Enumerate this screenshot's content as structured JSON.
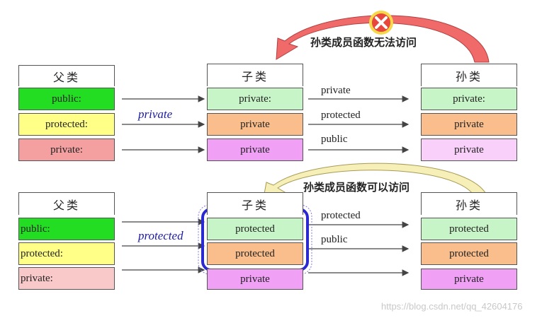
{
  "top": {
    "parent_header": "父类",
    "child_header": "子类",
    "grandchild_header": "孙类",
    "parent_rows": [
      "public:",
      "protected:",
      "private:"
    ],
    "child_rows": [
      "private:",
      "private",
      "private"
    ],
    "grandchild_rows": [
      "private:",
      "private",
      "private"
    ],
    "inheritance_mode": "private",
    "arrow_labels": [
      "private",
      "protected",
      "public"
    ],
    "note": "孙类成员函数无法访问"
  },
  "bottom": {
    "parent_header": "父类",
    "child_header": "子类",
    "grandchild_header": "孙类",
    "parent_rows": [
      "public:",
      "protected:",
      "private:"
    ],
    "child_rows": [
      "protected",
      "protected",
      "private"
    ],
    "grandchild_rows": [
      "protected",
      "protected",
      "private"
    ],
    "inheritance_mode": "protected",
    "arrow_labels": [
      "protected",
      "public"
    ],
    "note": "孙类成员函数可以访问"
  },
  "watermark": "https://blog.csdn.net/qq_42604176",
  "colors": {
    "public": "#22dd22",
    "protected_parent": "#ffff88",
    "private_parent": "#f5a0a0",
    "light_green": "#c8f5c8",
    "orange": "#f9be8c",
    "magenta": "#f0a0f5",
    "light_pink": "#f9d0f9",
    "mode_text": "#1a1aa8"
  }
}
